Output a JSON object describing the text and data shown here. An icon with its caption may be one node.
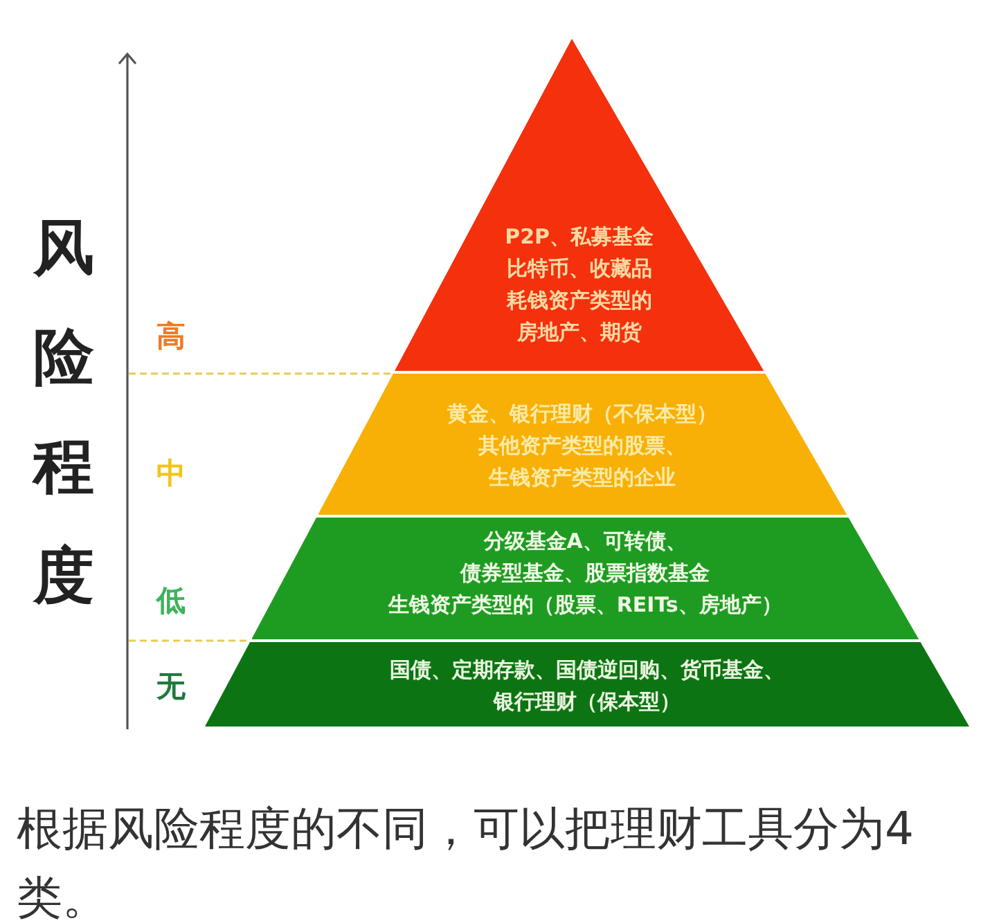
{
  "diagram": {
    "caption": "根据风险程度的不同，可以把理财工具分为4类。",
    "nodes": [
      {
        "text": [
          "P2P、私募基金",
          "比特币、收藏品",
          "耗钱资产类型的房地产、期货"
        ]
      },
      {
        "text": [
          "黄金、银行理财（不保本型）",
          "其他资产类型的股票、生钱资产类型的企业"
        ]
      },
      {
        "text": [
          "分级基金A、可转债、",
          "债券型基金、股票指数基金",
          "生钱资产类型的（股票、REITs、房地产）"
        ]
      },
      {
        "text": [
          "国债、定期存款、国债逆回购、货币基金、银行理财（保本型）"
        ]
      }
    ],
    "labels": [
      "风险程度",
      "高",
      "中",
      "低",
      "无"
    ]
  }
}
